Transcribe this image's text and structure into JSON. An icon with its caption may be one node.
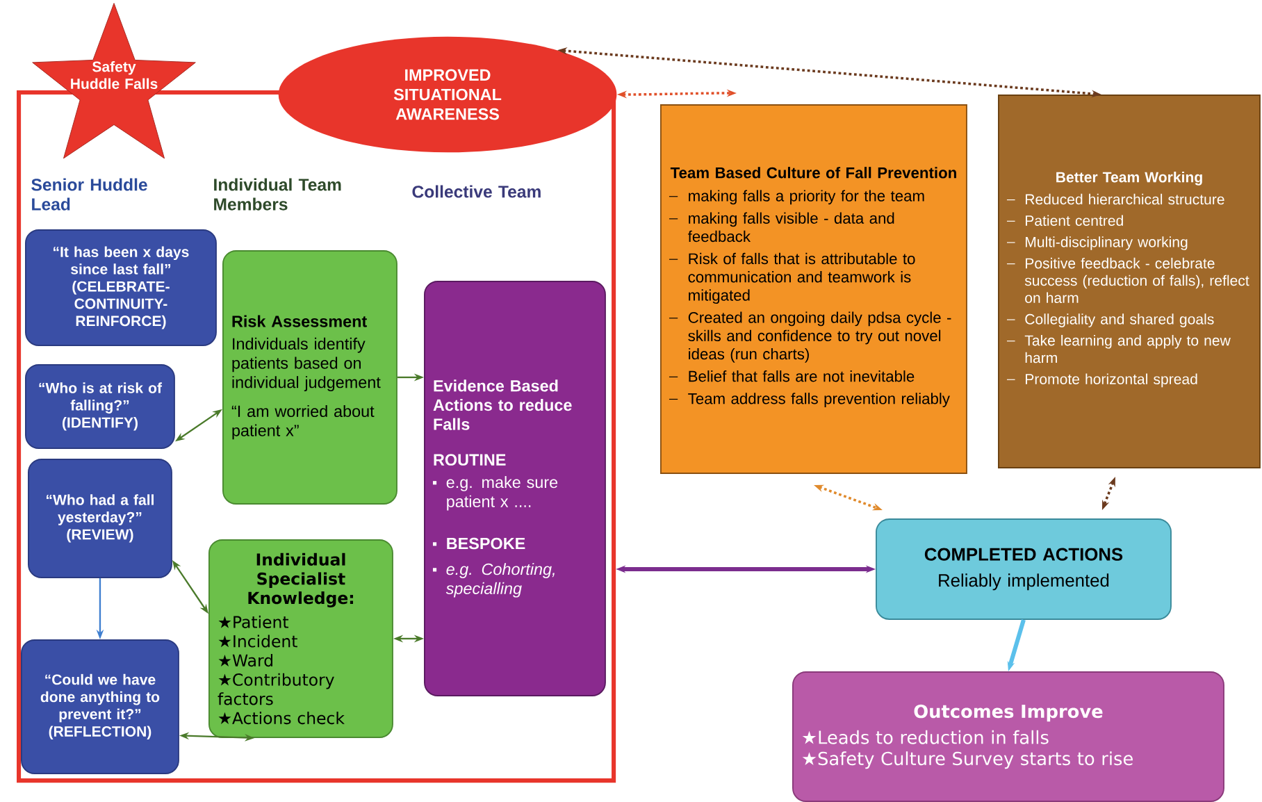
{
  "diagram": {
    "nodes": [
      {
        "text": [],
        "shape": "box"
      },
      {
        "text": [
          "Safety Huddle Falls"
        ]
      },
      {
        "text": [
          "IMPROVED SITUATIONAL AWARENESS"
        ]
      },
      {
        "text": [
          "“It has been x days since last fall”",
          "(CELEBRATE-CONTINUITY-REINFORCE)"
        ],
        "in": 0
      },
      {
        "text": [
          "“Who is at risk of falling?”",
          "(IDENTIFY)"
        ],
        "in": 0
      },
      {
        "text": [
          "“Who had a fall yesterday?”",
          "(REVIEW)"
        ],
        "in": 0
      },
      {
        "text": [
          "“Could we have done anything to prevent it?”",
          "(REFLECTION)"
        ],
        "in": 0
      },
      {
        "text": [
          "Risk Assessment",
          "Individuals identify patients based on individual judgement",
          "“I am worried about patient x”"
        ],
        "in": 0
      },
      {
        "text": [
          "Individual Specialist Knowledge:",
          "★Patient",
          "★Incident",
          "★Ward",
          "★Contributory factors",
          "★Actions check"
        ],
        "in": 0
      },
      {
        "text": [
          "Evidence Based Actions to reduce Falls",
          "ROUTINE",
          "e.g. make sure patient x ....",
          "BESPOKE",
          "e.g. Cohorting, specialling"
        ],
        "in": 0
      },
      {
        "text": [
          "Team Based Culture of Fall Prevention",
          "making falls a priority for the team",
          "making falls visible - data and feedback",
          "Risk of falls that is attributable to communication and teamwork is mitigated",
          "Created an ongoing daily pdsa cycle - skills and confidence to try out novel ideas (run charts)",
          "Belief that falls are not inevitable",
          "Team address falls prevention reliably"
        ]
      },
      {
        "text": [
          "Better Team Working",
          "Reduced hierarchical structure",
          "Patient centred",
          "Multi-disciplinary working",
          "Positive feedback - celebrate success (reduction of falls), reflect on harm",
          "Collegiality and shared goals",
          "Take learning and apply to new harm",
          "Promote horizontal spread"
        ]
      },
      {
        "text": [
          "COMPLETED ACTIONS",
          "Reliably implemented"
        ]
      },
      {
        "text": [
          "Outcomes Improve",
          "★Leads to reduction in falls",
          "★Safety Culture Survey starts to rise"
        ]
      }
    ],
    "edges": [
      {
        "from": 2,
        "to": 11,
        "arrow": "both",
        "style": "dashed",
        "color": "#6b3a1e"
      },
      {
        "from": 2,
        "to": 10,
        "arrow": "both",
        "style": "dashed",
        "color": "#e0502a"
      },
      {
        "from": 10,
        "to": 12,
        "arrow": "both",
        "style": "dashed",
        "color": "#e08a2c"
      },
      {
        "from": 11,
        "to": 12,
        "arrow": "both",
        "style": "dashed",
        "color": "#6b3a1e"
      },
      {
        "from": 0,
        "to": 12,
        "arrow": "both",
        "style": "thick",
        "color": "#7b2d8e"
      },
      {
        "from": 12,
        "to": 13,
        "arrow": "to",
        "style": "thick",
        "color": "#5bc0eb"
      },
      {
        "from": 7,
        "to": 9,
        "arrow": "to"
      },
      {
        "from": 8,
        "to": 9,
        "arrow": "both"
      },
      {
        "from": 4,
        "to": 7,
        "arrow": "both"
      },
      {
        "from": 5,
        "to": 8,
        "arrow": "both"
      },
      {
        "from": 6,
        "to": 8,
        "arrow": "both"
      },
      {
        "from": 5,
        "to": 6,
        "arrow": "to",
        "color": "#3f7fd0"
      }
    ],
    "labels": [
      "Senior Huddle Lead",
      "Individual Team Members",
      "Collective Team"
    ]
  }
}
